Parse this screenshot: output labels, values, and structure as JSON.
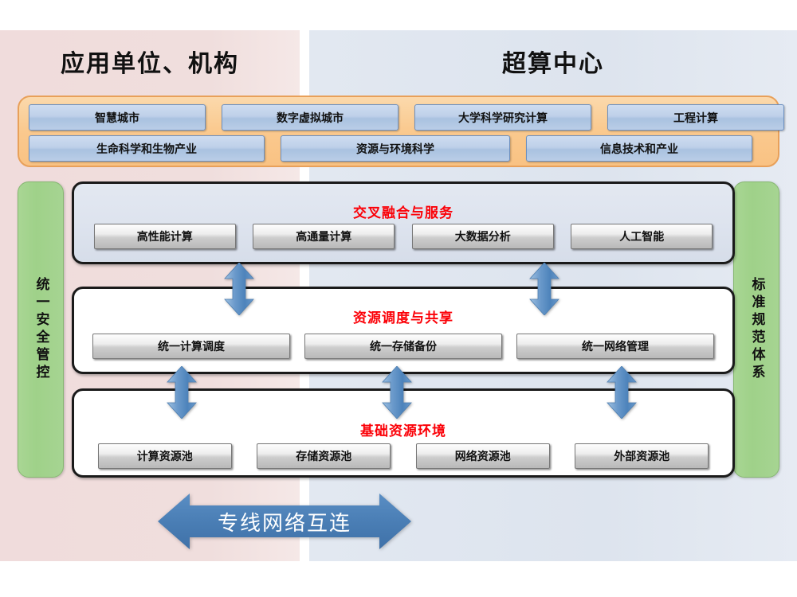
{
  "headings": {
    "left": "应用单位、机构",
    "right": "超算中心"
  },
  "colors": {
    "left_bg": "#f0dedd",
    "right_bg": "#dde4ee",
    "band_border": "#e8a05a",
    "band_fill": "#fac98e",
    "pillar_fill": "#a9d694",
    "layer_title": "#fb0007",
    "arrow_fill": "#5b8fc4",
    "bottom_arrow_fill": "#4a7eb5"
  },
  "application_band": {
    "row1": [
      {
        "label": "智慧城市"
      },
      {
        "label": "数字虚拟城市"
      },
      {
        "label": "大学科学研究计算"
      },
      {
        "label": "工程计算"
      }
    ],
    "row2": [
      {
        "label": "生命科学和生物产业"
      },
      {
        "label": "资源与环境科学"
      },
      {
        "label": "信息技术和产业"
      }
    ]
  },
  "pillars": {
    "left": "统一安全管控",
    "right": "标准规范体系"
  },
  "layers": [
    {
      "title": "交叉融合与服务",
      "boxes": [
        {
          "label": "高性能计算"
        },
        {
          "label": "高通量计算"
        },
        {
          "label": "大数据分析"
        },
        {
          "label": "人工智能"
        }
      ]
    },
    {
      "title": "资源调度与共享",
      "boxes": [
        {
          "label": "统一计算调度"
        },
        {
          "label": "统一存储备份"
        },
        {
          "label": "统一网络管理"
        }
      ]
    },
    {
      "title": "基础资源环境",
      "boxes": [
        {
          "label": "计算资源池"
        },
        {
          "label": "存储资源池"
        },
        {
          "label": "网络资源池"
        },
        {
          "label": "外部资源池"
        }
      ]
    }
  ],
  "connectors": {
    "layer1_to_layer2_arrows": 2,
    "layer2_to_layer3_arrows": 3,
    "icon": "double-headed-vertical-arrow"
  },
  "bottom_arrow": {
    "label": "专线网络互连",
    "icon": "double-headed-horizontal-arrow"
  }
}
